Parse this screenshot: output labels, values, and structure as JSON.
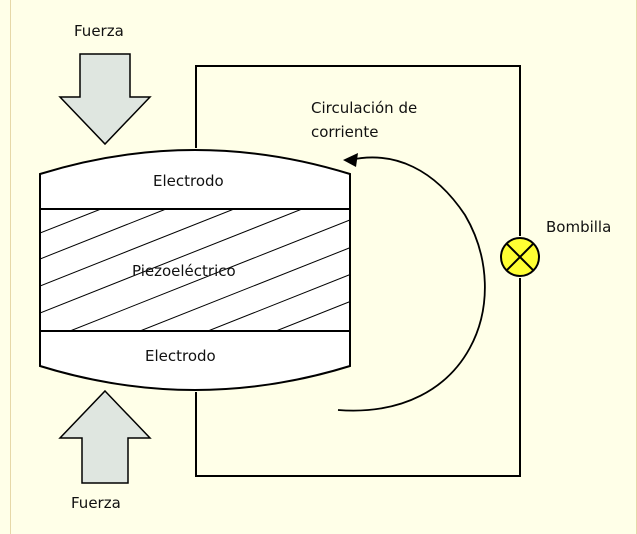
{
  "labels": {
    "force_top": "Fuerza",
    "force_bottom": "Fuerza",
    "current_line1": "Circulación de",
    "current_line2": "corriente",
    "electrode_top": "Electrodo",
    "piezo": "Piezoeléctrico",
    "electrode_bottom": "Electrodo",
    "bulb": "Bombilla"
  },
  "colors": {
    "background": "#ffffe8",
    "arrow_fill": "#dfe6e0",
    "bulb_fill": "#ffff33",
    "stroke": "#000000"
  },
  "icons": {
    "bulb": "lamp-symbol-icon",
    "force_arrows": "force-arrow-icon",
    "current_arrow": "curved-arrow-icon"
  }
}
